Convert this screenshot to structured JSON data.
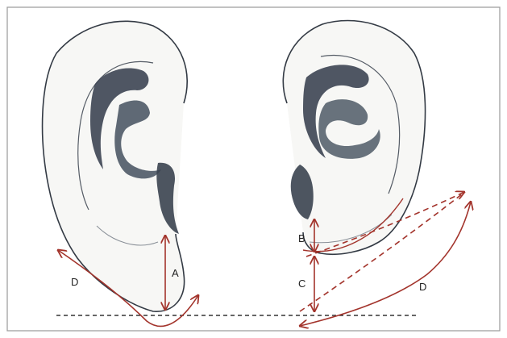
{
  "figure": {
    "labels": {
      "a": "A",
      "b": "B",
      "c": "C",
      "d_left": "D",
      "d_right": "D"
    },
    "colors": {
      "arrow": "#a3342c",
      "ear_outline": "#333a44",
      "ear_shade": "#38404e",
      "baseline": "#333333",
      "border": "#9a9a9a"
    },
    "baseline_style": "dashed"
  }
}
